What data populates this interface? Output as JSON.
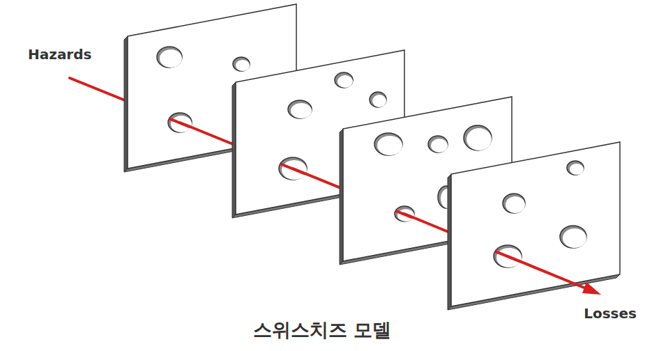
{
  "diagram": {
    "caption": "스위스치즈 모델",
    "labels": [
      "Hazards",
      "Losses"
    ]
  }
}
